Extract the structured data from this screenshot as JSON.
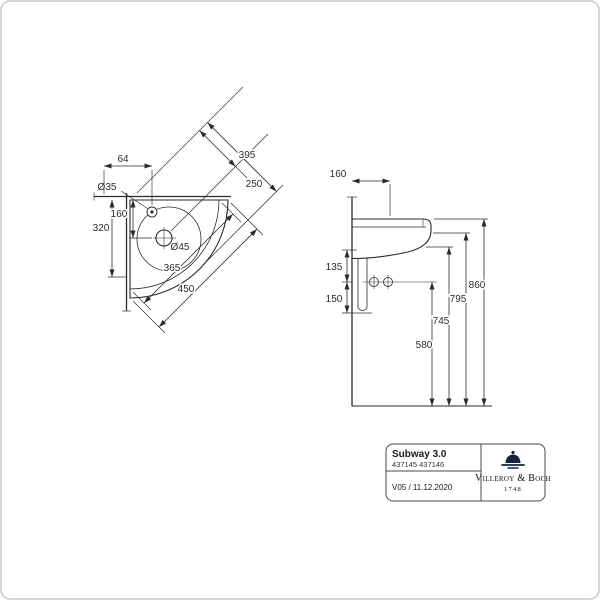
{
  "top_view": {
    "dim_64": "64",
    "dim_395": "395",
    "dim_250": "250",
    "dia_35": "Ø35",
    "dim_160": "160",
    "dim_320": "320",
    "dia_45": "Ø45",
    "dim_365": "365",
    "dim_450": "450"
  },
  "side_view": {
    "dim_160": "160",
    "dim_135": "135",
    "dim_150": "150",
    "dim_580": "580",
    "dim_745": "745",
    "dim_795": "795",
    "dim_860": "860"
  },
  "title_block": {
    "product": "Subway 3.0",
    "articles": "437145 437146",
    "version_date": "V05 / 11.12.2020",
    "brand": "Villeroy & Boch",
    "year": "1748"
  },
  "colors": {
    "line": "#2b2b2b",
    "frame": "#c8c8c8",
    "brand_mark": "#16233f"
  }
}
